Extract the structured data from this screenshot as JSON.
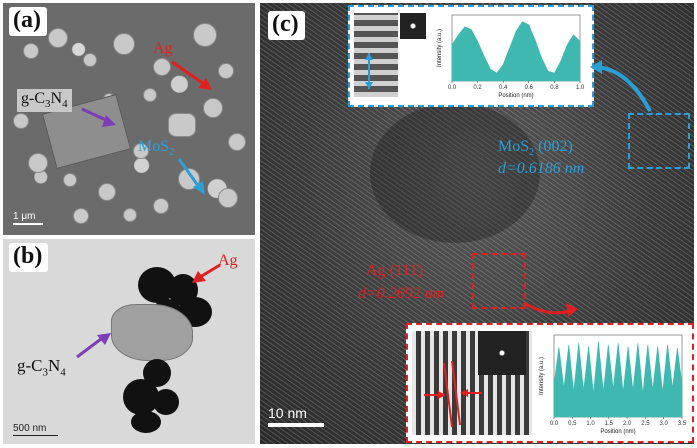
{
  "figure": {
    "panel_a": {
      "letter": "(a)",
      "label_ag": "Ag",
      "label_gcn_base": "g-C",
      "label_gcn_sub1": "3",
      "label_gcn_mid": "N",
      "label_gcn_sub2": "4",
      "label_mos_base": "MoS",
      "label_mos_sub": "2",
      "scale_text": "1 μm"
    },
    "panel_b": {
      "letter": "(b)",
      "label_ag": "Ag",
      "label_gcn_base": "g-C",
      "label_gcn_sub1": "3",
      "label_gcn_mid": "N",
      "label_gcn_sub2": "4",
      "scale_text": "500 nm"
    },
    "panel_c": {
      "letter": "(c)",
      "mos_plane": "MoS",
      "mos_plane_sub": "2",
      "mos_plane_hkl": " (002)",
      "mos_d": "d=0.6186 nm",
      "ag_plane": "Ag (111)",
      "ag_d": "d=0.2692 nm",
      "scale_text": "10 nm",
      "colors": {
        "mos": "#2a9fd6",
        "ag": "#e02020",
        "arrow_gcn": "#7a3fb5"
      }
    }
  },
  "chart_data": [
    {
      "type": "area",
      "xlabel": "Position (nm)",
      "ylabel": "Intensity (a.u.)",
      "xlim": [
        0.0,
        1.0
      ],
      "xticks": [
        "0.0",
        "0.2",
        "0.4",
        "0.6",
        "0.8",
        "1.0"
      ],
      "x": [
        0.0,
        0.05,
        0.1,
        0.15,
        0.2,
        0.25,
        0.3,
        0.35,
        0.4,
        0.45,
        0.5,
        0.55,
        0.6,
        0.65,
        0.7,
        0.75,
        0.8,
        0.85,
        0.9,
        0.95,
        1.0
      ],
      "y": [
        0.55,
        0.7,
        0.82,
        0.78,
        0.6,
        0.38,
        0.18,
        0.12,
        0.25,
        0.5,
        0.75,
        0.9,
        0.85,
        0.62,
        0.35,
        0.15,
        0.12,
        0.3,
        0.55,
        0.7,
        0.6
      ],
      "color": "#3fb8b0"
    },
    {
      "type": "area",
      "xlabel": "Position (nm)",
      "ylabel": "Intensity (a.u.)",
      "xlim": [
        0.0,
        3.5
      ],
      "xticks": [
        "0.0",
        "0.5",
        "1.0",
        "1.5",
        "2.0",
        "2.5",
        "3.0",
        "3.5"
      ],
      "x": [
        0.0,
        0.135,
        0.27,
        0.405,
        0.54,
        0.675,
        0.81,
        0.945,
        1.08,
        1.215,
        1.35,
        1.485,
        1.62,
        1.755,
        1.89,
        2.025,
        2.16,
        2.295,
        2.43,
        2.565,
        2.7,
        2.835,
        2.97,
        3.105,
        3.24,
        3.375,
        3.5
      ],
      "y": [
        0.4,
        0.85,
        0.35,
        0.88,
        0.3,
        0.9,
        0.32,
        0.86,
        0.28,
        0.92,
        0.3,
        0.88,
        0.34,
        0.9,
        0.3,
        0.86,
        0.32,
        0.9,
        0.28,
        0.88,
        0.33,
        0.86,
        0.3,
        0.88,
        0.35,
        0.84,
        0.4
      ],
      "color": "#3fb8b0"
    }
  ]
}
